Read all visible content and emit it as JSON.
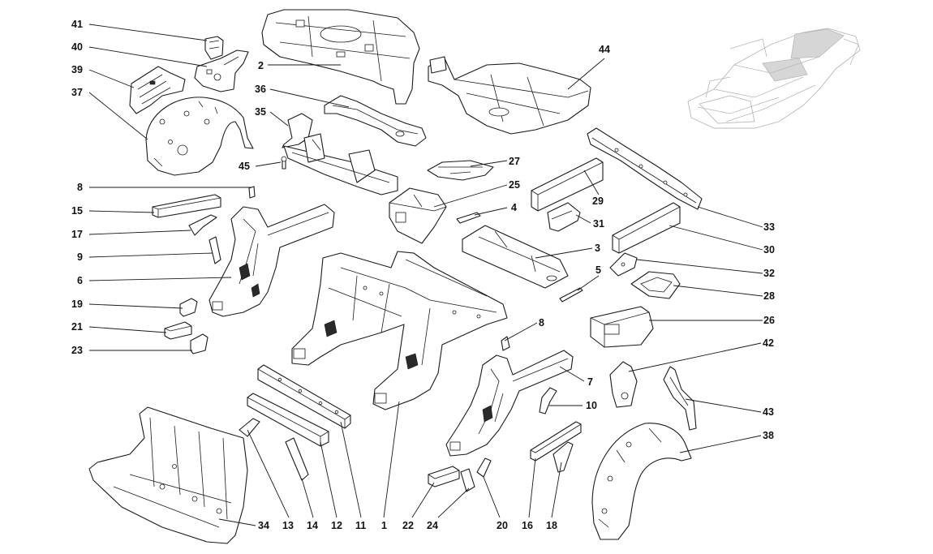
{
  "diagram": {
    "type": "exploded-parts-diagram",
    "line_color": "#1a1a1a",
    "ghost_color": "#b8b8b8",
    "background": "#ffffff",
    "callouts": [
      {
        "id": "c41",
        "label": "41"
      },
      {
        "id": "c40",
        "label": "40"
      },
      {
        "id": "c39",
        "label": "39"
      },
      {
        "id": "c37",
        "label": "37"
      },
      {
        "id": "c2",
        "label": "2"
      },
      {
        "id": "c36",
        "label": "36"
      },
      {
        "id": "c35",
        "label": "35"
      },
      {
        "id": "c45",
        "label": "45"
      },
      {
        "id": "c44",
        "label": "44"
      },
      {
        "id": "c27",
        "label": "27"
      },
      {
        "id": "c25",
        "label": "25"
      },
      {
        "id": "c4",
        "label": "4"
      },
      {
        "id": "c29",
        "label": "29"
      },
      {
        "id": "c31",
        "label": "31"
      },
      {
        "id": "c33",
        "label": "33"
      },
      {
        "id": "c30",
        "label": "30"
      },
      {
        "id": "c3",
        "label": "3"
      },
      {
        "id": "c32",
        "label": "32"
      },
      {
        "id": "c5",
        "label": "5"
      },
      {
        "id": "c28",
        "label": "28"
      },
      {
        "id": "c26",
        "label": "26"
      },
      {
        "id": "c8a",
        "label": "8"
      },
      {
        "id": "c15",
        "label": "15"
      },
      {
        "id": "c17",
        "label": "17"
      },
      {
        "id": "c9",
        "label": "9"
      },
      {
        "id": "c6",
        "label": "6"
      },
      {
        "id": "c19",
        "label": "19"
      },
      {
        "id": "c21",
        "label": "21"
      },
      {
        "id": "c23",
        "label": "23"
      },
      {
        "id": "c8b",
        "label": "8"
      },
      {
        "id": "c7",
        "label": "7"
      },
      {
        "id": "c10",
        "label": "10"
      },
      {
        "id": "c42",
        "label": "42"
      },
      {
        "id": "c43",
        "label": "43"
      },
      {
        "id": "c38",
        "label": "38"
      },
      {
        "id": "c34",
        "label": "34"
      },
      {
        "id": "c13",
        "label": "13"
      },
      {
        "id": "c14",
        "label": "14"
      },
      {
        "id": "c12",
        "label": "12"
      },
      {
        "id": "c11",
        "label": "11"
      },
      {
        "id": "c1",
        "label": "1"
      },
      {
        "id": "c22",
        "label": "22"
      },
      {
        "id": "c24",
        "label": "24"
      },
      {
        "id": "c20",
        "label": "20"
      },
      {
        "id": "c16",
        "label": "16"
      },
      {
        "id": "c18",
        "label": "18"
      }
    ]
  }
}
